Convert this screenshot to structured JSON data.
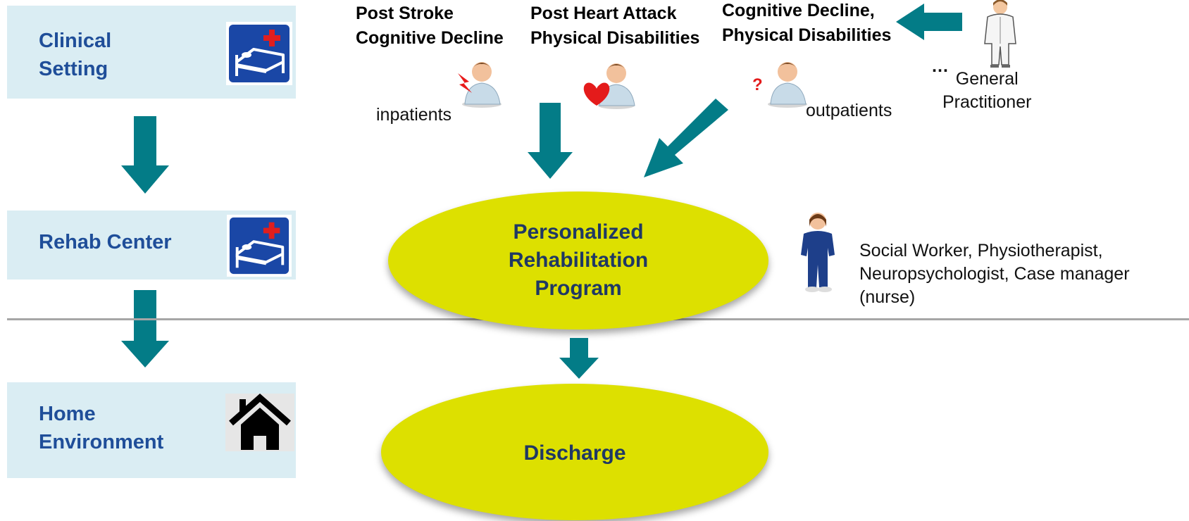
{
  "colors": {
    "panel_bg": "#daedf3",
    "panel_text": "#1f4e99",
    "arrow": "#037c87",
    "ellipse_fill": "#dde000",
    "ellipse_text": "#1f3864",
    "sign_bg": "#1a47a6"
  },
  "stages": [
    {
      "label": "Clinical\nSetting",
      "icon": "hospital-bed-sign-icon"
    },
    {
      "label": "Rehab Center",
      "icon": "hospital-bed-sign-icon"
    },
    {
      "label": "Home\nEnvironment",
      "icon": "house-icon"
    }
  ],
  "categories": [
    {
      "label": "Post Stroke\nCognitive Decline"
    },
    {
      "label": "Post Heart Attack\nPhysical Disabilities"
    },
    {
      "label": "Cognitive Decline,\nPhysical Disabilities"
    }
  ],
  "patients": {
    "inpatients_label": "inpatients",
    "outpatients_label": "outpatients",
    "question_mark": "?",
    "ellipsis": "…"
  },
  "general_practitioner": {
    "label": "General\nPractitioner"
  },
  "program": {
    "label": "Personalized\nRehabilitation\nProgram"
  },
  "discharge": {
    "label": "Discharge"
  },
  "team": {
    "label": "Social Worker, Physiotherapist,\nNeuropsychologist, Case manager\n(nurse)"
  }
}
